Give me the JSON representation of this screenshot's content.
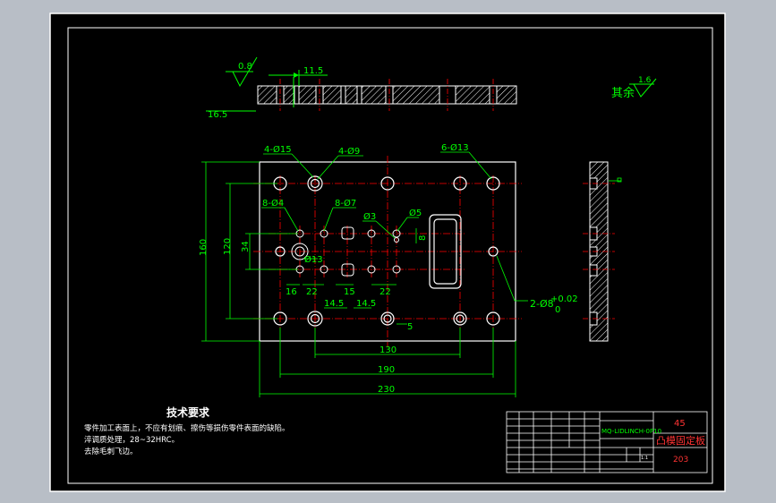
{
  "colors": {
    "background": "#b8bec6",
    "paper": "#000000",
    "frame": "#ffffff",
    "dimension": "#00ff00",
    "centerline": "#ff0000",
    "body": "#ffffff",
    "text": "#ffffff",
    "title_text": "#ff3333",
    "hatch": "#ffffff"
  },
  "top_view": {
    "roughness": "0.8",
    "thickness": "11.5",
    "total_thickness": "16.5"
  },
  "other_roughness": {
    "label": "其余",
    "value": "1.6"
  },
  "plan": {
    "holes": {
      "a": "4-Ø15",
      "b": "4-Ø9",
      "c": "6-Ø13",
      "d": "8-Ø4",
      "e": "8-Ø7",
      "f": "Ø3",
      "g": "Ø5",
      "h": "Ø13"
    },
    "dims": {
      "h160": "160",
      "h120": "120",
      "h34": "34",
      "d8": "8",
      "d16": "16",
      "d22a": "22",
      "d15": "15",
      "d22b": "22",
      "d145a": "14.5",
      "d145b": "14.5",
      "d5": "5",
      "w130": "130",
      "w190": "190",
      "w230": "230",
      "pin_holes": "2-Ø8",
      "tol_upper": "+0.02",
      "tol_lower": "0"
    }
  },
  "tech": {
    "title": "技术要求",
    "lines": [
      "零件加工表面上，不应有划痕、擦伤等损伤零件表面的缺陷。",
      "淬调质处理，28~32HRC。",
      "去除毛刺飞边。"
    ]
  },
  "title_block": {
    "drawing_no": "MQ-LIDLINCH-0P10",
    "material": "45",
    "name": "凸模固定板",
    "scale": "1:1",
    "code": "203"
  }
}
